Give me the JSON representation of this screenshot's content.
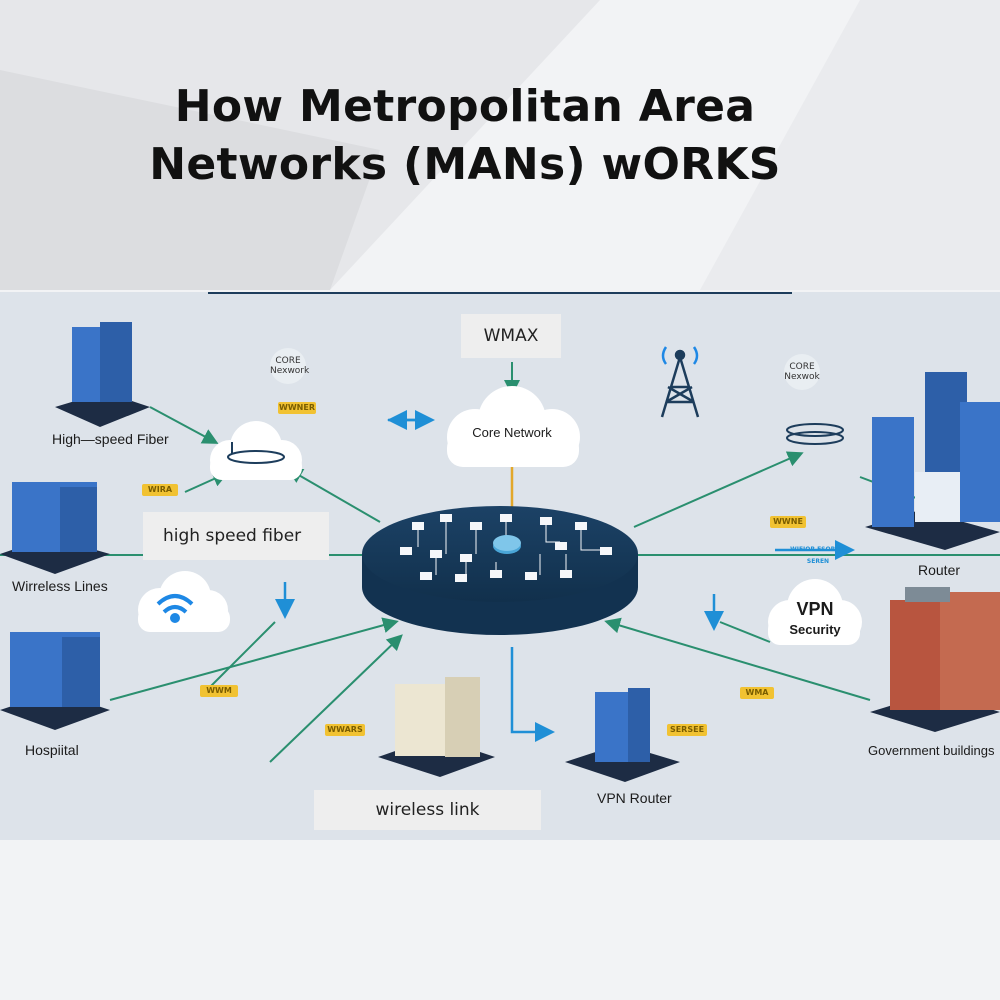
{
  "title": {
    "line1": "How Metropolitan Area",
    "line2": "Networks (MANs) wORKS"
  },
  "boxes": {
    "wmax": "WMAX",
    "high_speed_fiber": "high speed fiber",
    "wireless_link": "wireless link"
  },
  "clouds": {
    "core_network": "Core Network",
    "vpn_line1": "VPN",
    "vpn_line2": "Security"
  },
  "core_badges": {
    "left_line1": "CORE",
    "left_line2": "Nexwork",
    "right_line1": "CORE",
    "right_line2": "Nexwok"
  },
  "node_labels": {
    "high_speed_fiber": "High—speed Fiber",
    "wireless_lines": "Wirreless Lines",
    "hospital": "Hospiital",
    "router": "Router",
    "government": "Government buildings",
    "vpn_router": "VPN Router"
  },
  "tags": {
    "tag1": "WWNER",
    "tag2": "WIRA",
    "tag3": "WWM",
    "tag4": "WWARS",
    "tag5": "WWNE",
    "tag6": "WMA",
    "tag7": "SERSEE",
    "tag8": "WIFIOR ESORIES SEREN"
  },
  "colors": {
    "line_green": "#2a8f6f",
    "arrow_blue": "#1f8fd6",
    "hub_navy": "#1d3d5c",
    "building_blue": "#3a74c8",
    "tag_yellow": "#f1c232",
    "cloud_blue_icon": "#1e88e5"
  },
  "icons": [
    "wifi-icon",
    "tower-icon",
    "router-icon",
    "building-icon",
    "cloud-icon"
  ]
}
